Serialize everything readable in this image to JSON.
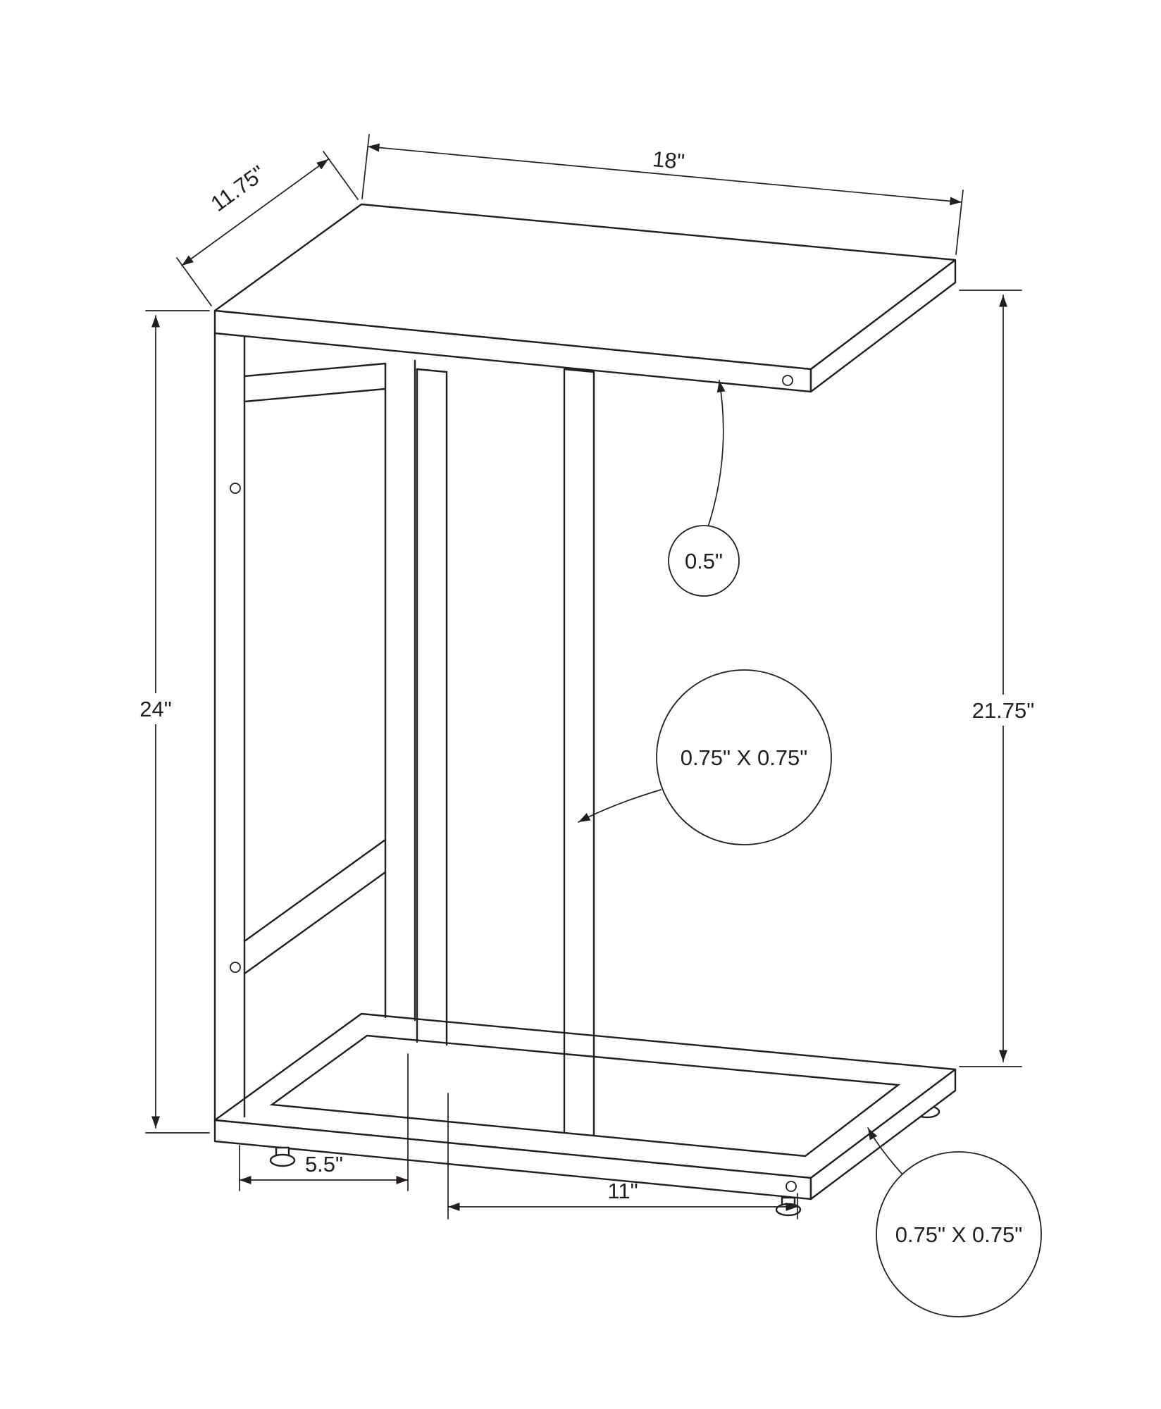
{
  "page": {
    "background": "#ffffff",
    "line_color": "#231f20"
  },
  "drawing": {
    "name": "c-shape-accent-table-dimension-drawing",
    "labels": {
      "top_length": "18\"",
      "top_depth": "11.75\"",
      "overall_height": "24\"",
      "side_clearance_height": "21.75\"",
      "top_thickness": "0.5\"",
      "frame_tube_section_upper": "0.75\" X 0.75\"",
      "frame_tube_section_lower": "0.75\" X 0.75\"",
      "base_front_left_span": "5.5\"",
      "base_front_opening": "11\""
    }
  }
}
